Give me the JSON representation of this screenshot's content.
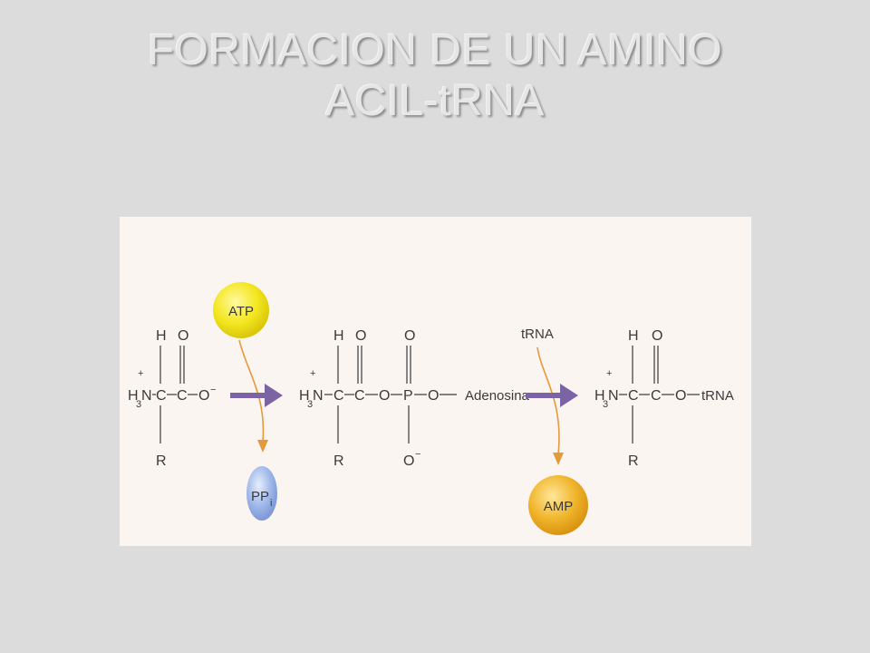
{
  "title": {
    "line1": "FORMACION DE UN AMINO",
    "line2": "ACIL-tRNA"
  },
  "reaction": {
    "reactant1": {
      "h": "H",
      "o_top": "O",
      "plus": "+",
      "h3": "H",
      "sub3": "3",
      "n": "N",
      "c1": "C",
      "c2": "C",
      "o_minus": "O",
      "minus": "−",
      "r": "R"
    },
    "reagent_atp": "ATP",
    "product_ppi": "PP",
    "product_ppi_sub": "i",
    "intermediate": {
      "h": "H",
      "o_top": "O",
      "o_top2": "O",
      "plus": "+",
      "h3": "H",
      "sub3": "3",
      "n": "N",
      "c1": "C",
      "c2": "C",
      "o1": "O",
      "p": "P",
      "o2": "O",
      "adenosine": "Adenosina",
      "r": "R",
      "o_bottom": "O",
      "minus": "−"
    },
    "reagent_trna": "tRNA",
    "product_amp": "AMP",
    "product": {
      "h": "H",
      "o_top": "O",
      "plus": "+",
      "h3": "H",
      "sub3": "3",
      "n": "N",
      "c1": "C",
      "c2": "C",
      "o": "O",
      "trna": "tRNA",
      "r": "R"
    }
  },
  "colors": {
    "background": "#dcdcdc",
    "figure_bg": "#fbf5f2",
    "reaction_arrow": "#7b63a4",
    "side_arrow": "#e49a3a",
    "atp_circle": "#f4e61f",
    "ppi_circle": "#9fb8ea",
    "amp_circle": "#f0b52b"
  }
}
